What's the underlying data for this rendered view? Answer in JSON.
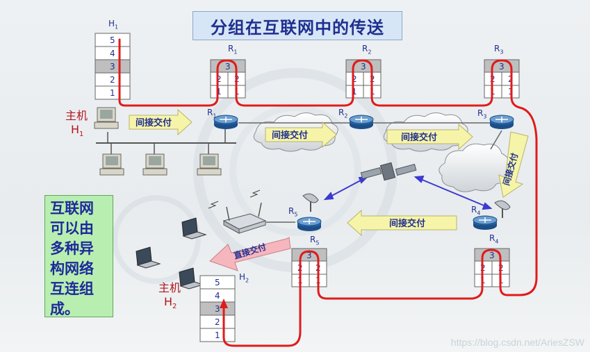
{
  "title": "分组在互联网中的传送",
  "note": "互联网\n可以由\n多种异\n构网络\n互连组\n成。",
  "host1": {
    "label": "主机",
    "name": "H",
    "sub": "1"
  },
  "host2": {
    "label": "主机",
    "name": "H",
    "sub": "2"
  },
  "routers": [
    {
      "name": "R",
      "sub": "1"
    },
    {
      "name": "R",
      "sub": "2"
    },
    {
      "name": "R",
      "sub": "3"
    },
    {
      "name": "R",
      "sub": "4"
    },
    {
      "name": "R",
      "sub": "5"
    }
  ],
  "stack_host": [
    "5",
    "4",
    "3",
    "2",
    "1"
  ],
  "stack_router": {
    "top": "3",
    "mid": "2",
    "bot": "1"
  },
  "arrows": {
    "indirect": "间接交付",
    "direct": "直接交付"
  },
  "watermark": "https://blog.csdn.net/AriesZSW",
  "colors": {
    "path": "#e01b1b",
    "arrow_fill": "#f6f4a8",
    "direct_fill": "#f6b6bd",
    "note_bg": "#b8efb0",
    "title_bg": "#d7e6f6"
  }
}
